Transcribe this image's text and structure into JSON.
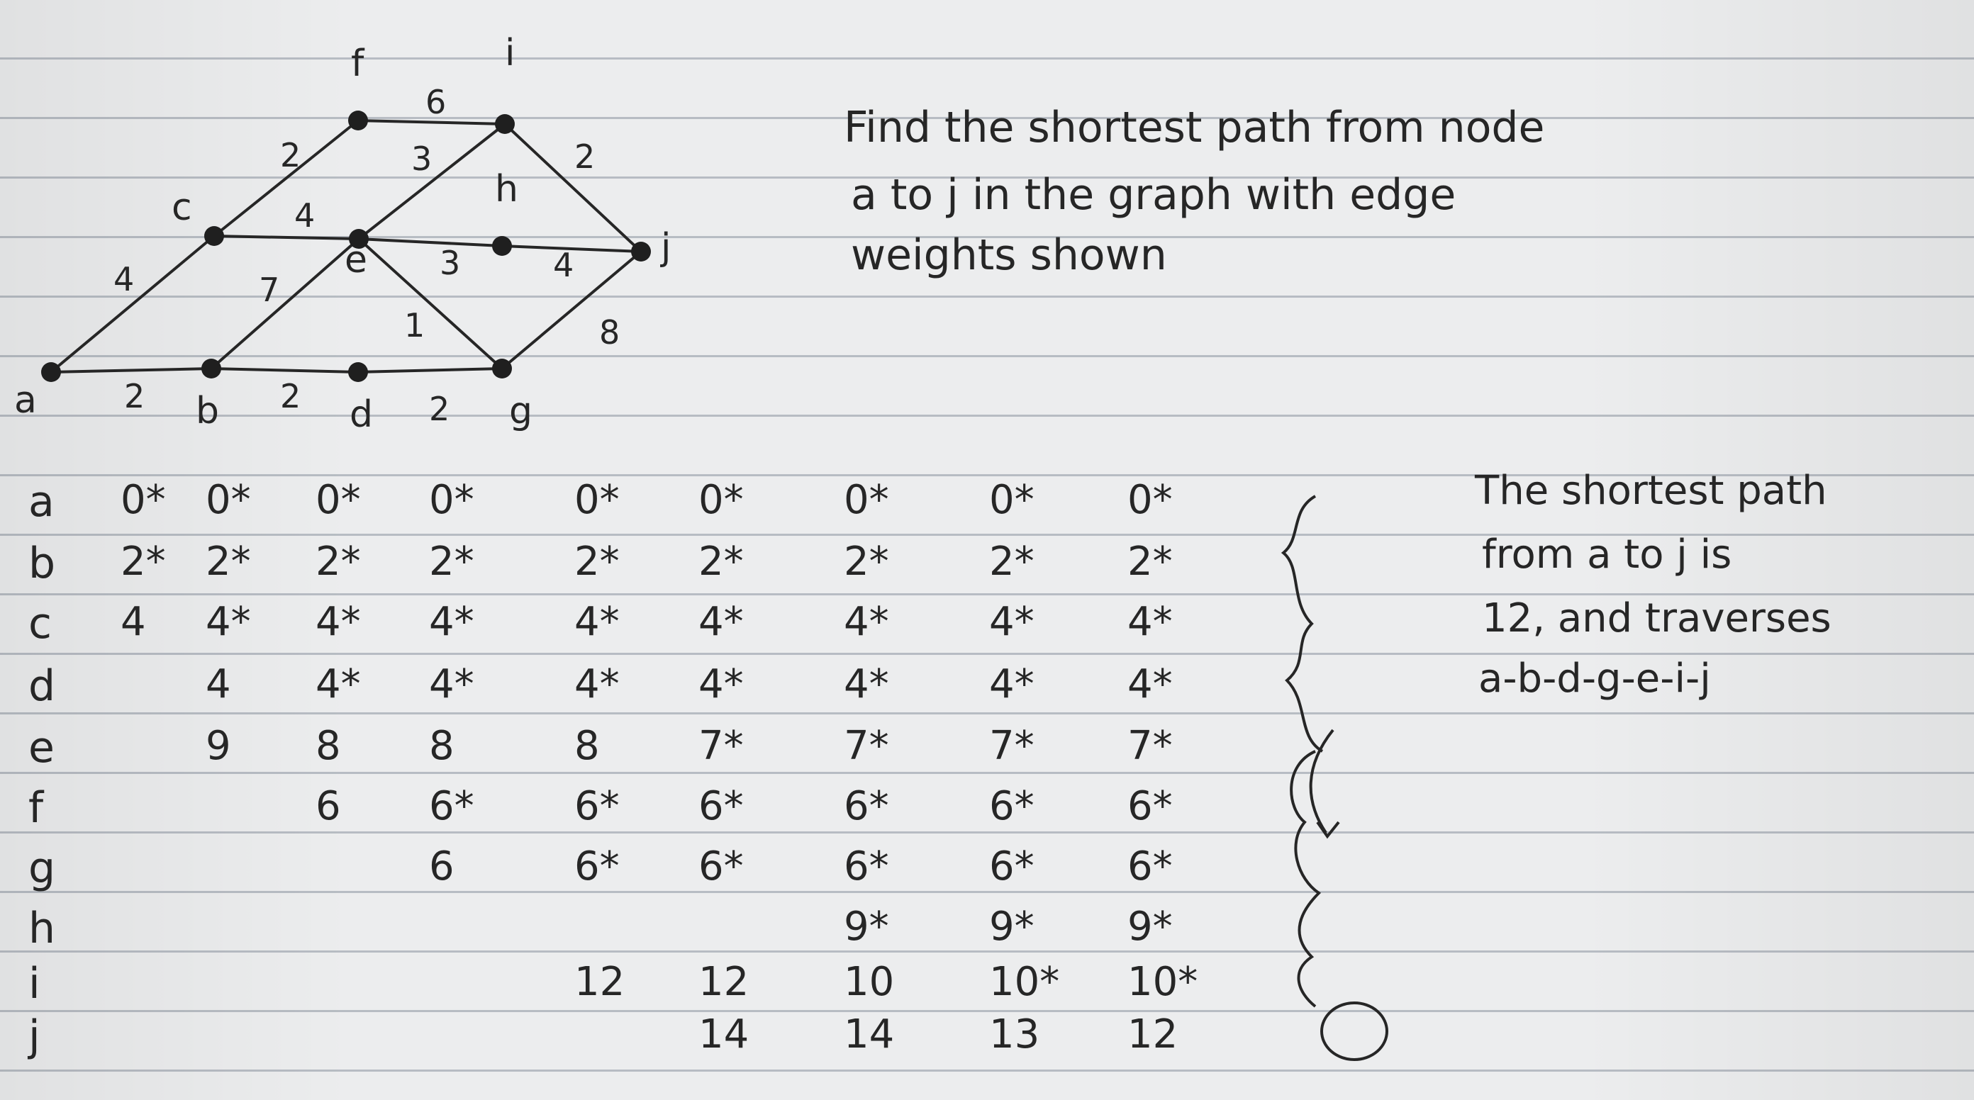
{
  "problem": {
    "line1": "Find the shortest path from node",
    "line2": "a to j in the graph with edge",
    "line3": "weights shown"
  },
  "graph": {
    "nodes": [
      "a",
      "b",
      "c",
      "d",
      "e",
      "f",
      "g",
      "h",
      "i",
      "j"
    ],
    "edges": [
      {
        "from": "a",
        "to": "b",
        "weight": "2"
      },
      {
        "from": "b",
        "to": "d",
        "weight": "2"
      },
      {
        "from": "d",
        "to": "g",
        "weight": "2"
      },
      {
        "from": "a",
        "to": "c",
        "weight": "4"
      },
      {
        "from": "c",
        "to": "f",
        "weight": "2"
      },
      {
        "from": "f",
        "to": "i",
        "weight": "6"
      },
      {
        "from": "c",
        "to": "e",
        "weight": "4"
      },
      {
        "from": "b",
        "to": "e",
        "weight": "7"
      },
      {
        "from": "e",
        "to": "i",
        "weight": "3"
      },
      {
        "from": "e",
        "to": "h",
        "weight": "3"
      },
      {
        "from": "h",
        "to": "j",
        "weight": "4"
      },
      {
        "from": "i",
        "to": "j",
        "weight": "2"
      },
      {
        "from": "e",
        "to": "g",
        "weight": "1"
      },
      {
        "from": "g",
        "to": "j",
        "weight": "8"
      }
    ]
  },
  "table": {
    "row_labels": [
      "a",
      "b",
      "c",
      "d",
      "e",
      "f",
      "g",
      "h",
      "i",
      "j"
    ],
    "columns": [
      [
        "0*",
        "2*",
        "4",
        "",
        "",
        "",
        "",
        "",
        "",
        ""
      ],
      [
        "0*",
        "2*",
        "4*",
        "4",
        "9",
        "",
        "",
        "",
        "",
        ""
      ],
      [
        "0*",
        "2*",
        "4*",
        "4*",
        "8",
        "6",
        "",
        "",
        "",
        ""
      ],
      [
        "0*",
        "2*",
        "4*",
        "4*",
        "8",
        "6*",
        "6",
        "",
        "",
        ""
      ],
      [
        "0*",
        "2*",
        "4*",
        "4*",
        "8",
        "6*",
        "6*",
        "",
        "12",
        ""
      ],
      [
        "0*",
        "2*",
        "4*",
        "4*",
        "7*",
        "6*",
        "6*",
        "",
        "12",
        "14"
      ],
      [
        "0*",
        "2*",
        "4*",
        "4*",
        "7*",
        "6*",
        "6*",
        "9*",
        "10",
        "14"
      ],
      [
        "0*",
        "2*",
        "4*",
        "4*",
        "7*",
        "6*",
        "6*",
        "9*",
        "10*",
        "13"
      ],
      [
        "0*",
        "2*",
        "4*",
        "4*",
        "7*",
        "6*",
        "6*",
        "9*",
        "10*",
        "12"
      ]
    ]
  },
  "conclusion": {
    "line1": "The shortest path",
    "line2": "from a to j is",
    "line3": "12, and traverses",
    "line4": "a-b-d-g-e-i-j"
  }
}
